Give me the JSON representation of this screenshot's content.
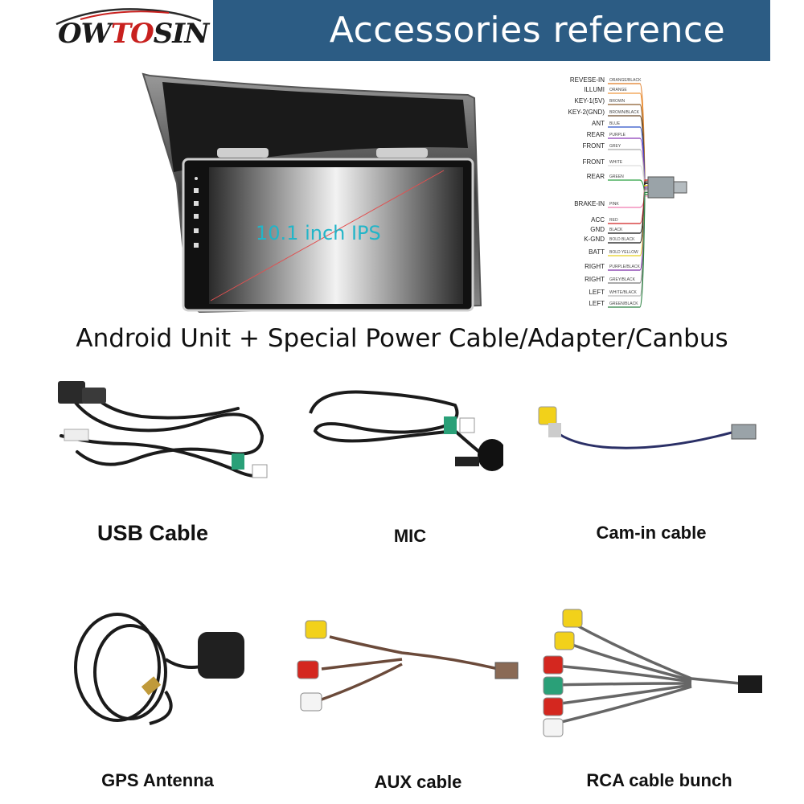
{
  "header": {
    "logo_prefix": "OW",
    "logo_mid": "TO",
    "logo_suffix": "SIN",
    "title": "Accessories reference"
  },
  "unit": {
    "screen_label": "10.1 inch IPS",
    "caption": "Android Unit + Special Power Cable/Adapter/Canbus"
  },
  "wiring": {
    "labels": [
      "REVESE-IN",
      "ILLUMI",
      "KEY-1(5V)",
      "KEY-2(GND)",
      "ANT",
      "REAR",
      "FRONT",
      "FRONT",
      "REAR",
      "BRAKE-IN",
      "ACC",
      "GND",
      "K-GND",
      "BATT",
      "RIGHT",
      "RIGHT",
      "LEFT",
      "LEFT"
    ],
    "colors": [
      "ORANGE/BLACK",
      "ORANGE",
      "BROWN",
      "BROWN/BLACK",
      "BLUE",
      "PURPLE",
      "GREY",
      "WHITE",
      "GREEN",
      "PINK",
      "RED",
      "BLACK",
      "BOLD BLACK",
      "BOLD YELLOW",
      "PURPLE/BLACK",
      "GREY/BLACK",
      "WHITE/BLACK",
      "GREEN/BLACK"
    ]
  },
  "accessories": {
    "usb": "USB Cable",
    "mic": "MIC",
    "cam": "Cam-in cable",
    "gps": "GPS Antenna",
    "aux": "AUX cable",
    "rca": "RCA cable bunch"
  },
  "colors": {
    "banner": "#2c5c84",
    "logo_red": "#c8201e",
    "screen_text": "#22b5c8"
  }
}
